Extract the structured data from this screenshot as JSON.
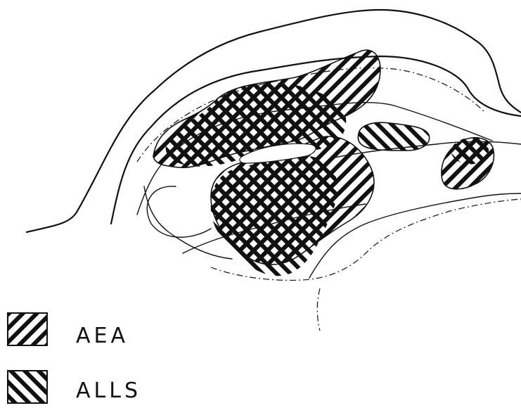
{
  "legend": [
    {
      "label": "AEA",
      "pattern": "forward-diagonal-hatch"
    },
    {
      "label": "ALLS",
      "pattern": "backward-diagonal-hatch"
    }
  ],
  "colors": {
    "ink": "#111111",
    "background": "#ffffff"
  }
}
